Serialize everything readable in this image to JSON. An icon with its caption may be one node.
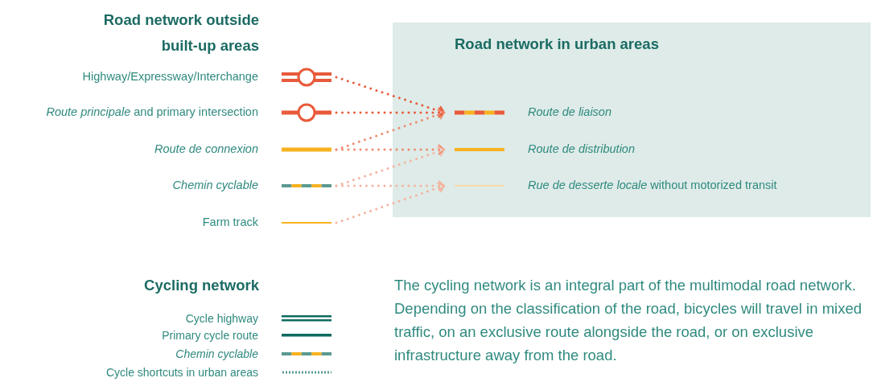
{
  "diagram": {
    "nodes": [
      {
        "text": [
          "Highway/Expressway/Interchange"
        ]
      },
      {
        "text": [
          "*Route principale* and primary intersection"
        ]
      },
      {
        "text": [
          "Route de connexion"
        ]
      },
      {
        "text": [
          "Chemin cyclable"
        ]
      },
      {
        "text": [
          "Farm track"
        ]
      },
      {
        "text": [
          "Road network in urban areas"
        ]
      },
      {
        "text": [
          "Route de liaison"
        ],
        "in": 5
      },
      {
        "text": [
          "Route de distribution"
        ],
        "in": 5
      },
      {
        "text": [
          "*Rue de desserte locale* without motorized transit"
        ],
        "in": 5
      }
    ],
    "edges": [
      {
        "from": 0,
        "to": 6,
        "arrow": "to",
        "color": "#e85a3a"
      },
      {
        "from": 1,
        "to": 6,
        "arrow": "to",
        "color": "#e85a3a"
      },
      {
        "from": 2,
        "to": 6,
        "arrow": "to",
        "color": "#ee8a6e"
      },
      {
        "from": 2,
        "to": 7,
        "arrow": "to",
        "color": "#ee8a6e"
      },
      {
        "from": 3,
        "to": 7,
        "arrow": "to",
        "color": "#f4b39e"
      },
      {
        "from": 3,
        "to": 8,
        "arrow": "to",
        "color": "#f4b39e"
      },
      {
        "from": 4,
        "to": 8,
        "arrow": "to",
        "color": "#f4b39e"
      }
    ],
    "labels": [
      "Road network outside built-up areas",
      "Cycling network",
      "The cycling network is an integral part of the multimodal road network. Depending on the classification of the road, bicycles will travel in mixed traffic, on an exclusive route alongside the road, or on exclusive infrastructure away from the road."
    ],
    "legend": [
      {
        "text": "Cycle highway"
      },
      {
        "text": "Primary cycle route"
      },
      {
        "text": "Chemin cyclable"
      },
      {
        "text": "Cycle shortcuts in urban areas"
      }
    ]
  }
}
